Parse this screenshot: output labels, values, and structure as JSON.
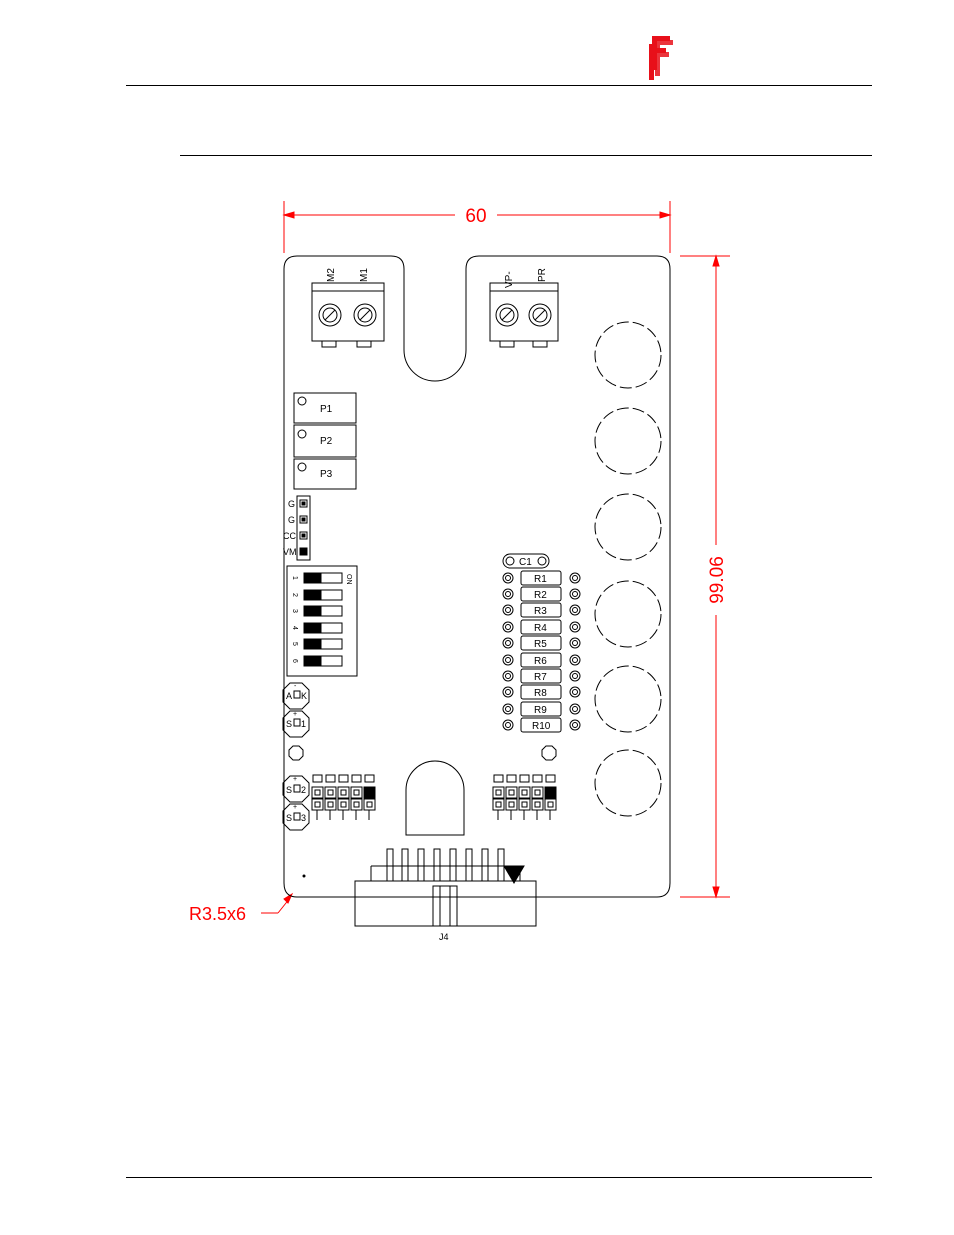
{
  "brand": {
    "logo_name": "brand-logo",
    "accent": "#e8101a"
  },
  "colors": {
    "dimension": "#ff0000",
    "line": "#000000"
  },
  "dimensions": {
    "width": "60",
    "height": "99.06",
    "corner_radius": "R3.5x6"
  },
  "terminals": {
    "left": [
      "M2",
      "M1"
    ],
    "right": [
      "VP-",
      "PR"
    ]
  },
  "pots": [
    "P1",
    "P2",
    "P3"
  ],
  "jumper_pins": [
    "G",
    "G",
    "CC",
    "VM"
  ],
  "dip_switch": {
    "numbers": [
      "1",
      "2",
      "3",
      "4",
      "5",
      "6"
    ],
    "on_label": "ON"
  },
  "capacitor": "C1",
  "resistors": [
    "R1",
    "R2",
    "R3",
    "R4",
    "R5",
    "R6",
    "R7",
    "R8",
    "R9",
    "R10"
  ],
  "leds": [
    {
      "top": "-",
      "label": "A",
      "right": "K"
    },
    {
      "top": "+",
      "label": "S",
      "right": "1"
    },
    {
      "top": "+",
      "label": "S",
      "right": "2"
    },
    {
      "top": "+",
      "label": "S",
      "right": "3"
    }
  ],
  "connector": "J4"
}
